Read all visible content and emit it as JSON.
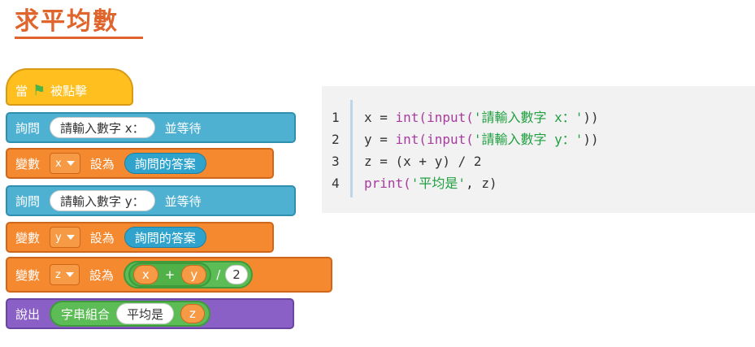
{
  "title": "求平均數",
  "blocks": {
    "hat": {
      "label_when": "當",
      "label_clicked": "被點擊"
    },
    "ask1": {
      "label_ask": "詢問",
      "prompt": "請輸入數字 x：",
      "label_wait": "並等待"
    },
    "set1": {
      "label_set": "變數",
      "var": "x",
      "label_to": "設為",
      "value": "詢問的答案"
    },
    "ask2": {
      "label_ask": "詢問",
      "prompt": "請輸入數字 y：",
      "label_wait": "並等待"
    },
    "set2": {
      "label_set": "變數",
      "var": "y",
      "label_to": "設為",
      "value": "詢問的答案"
    },
    "set3": {
      "label_set": "變數",
      "var": "z",
      "label_to": "設為",
      "a": "x",
      "plus": "+",
      "b": "y",
      "div": "/",
      "c": "2"
    },
    "say": {
      "label_say": "說出",
      "join": "字串組合",
      "text": "平均是",
      "var": "z"
    }
  },
  "code": {
    "lines": [
      {
        "n": "1",
        "segments": [
          "x = ",
          "int(input(",
          "'請輸入數字 x：'",
          "))"
        ]
      },
      {
        "n": "2",
        "segments": [
          "y = ",
          "int(input(",
          "'請輸入數字 y：'",
          "))"
        ]
      },
      {
        "n": "3",
        "segments": [
          "z = (x + y) / 2"
        ]
      },
      {
        "n": "4",
        "segments": [
          "print(",
          "'平均是'",
          ", z)"
        ]
      }
    ]
  },
  "colors": {
    "title": "#e0652c",
    "event": "#ffc01f",
    "sensing": "#4fb1d1",
    "variables": "#f5892f",
    "looks": "#8a5fc6",
    "operators": "#5cbc55",
    "keyword": "#a83aa0",
    "string": "#20a040"
  }
}
